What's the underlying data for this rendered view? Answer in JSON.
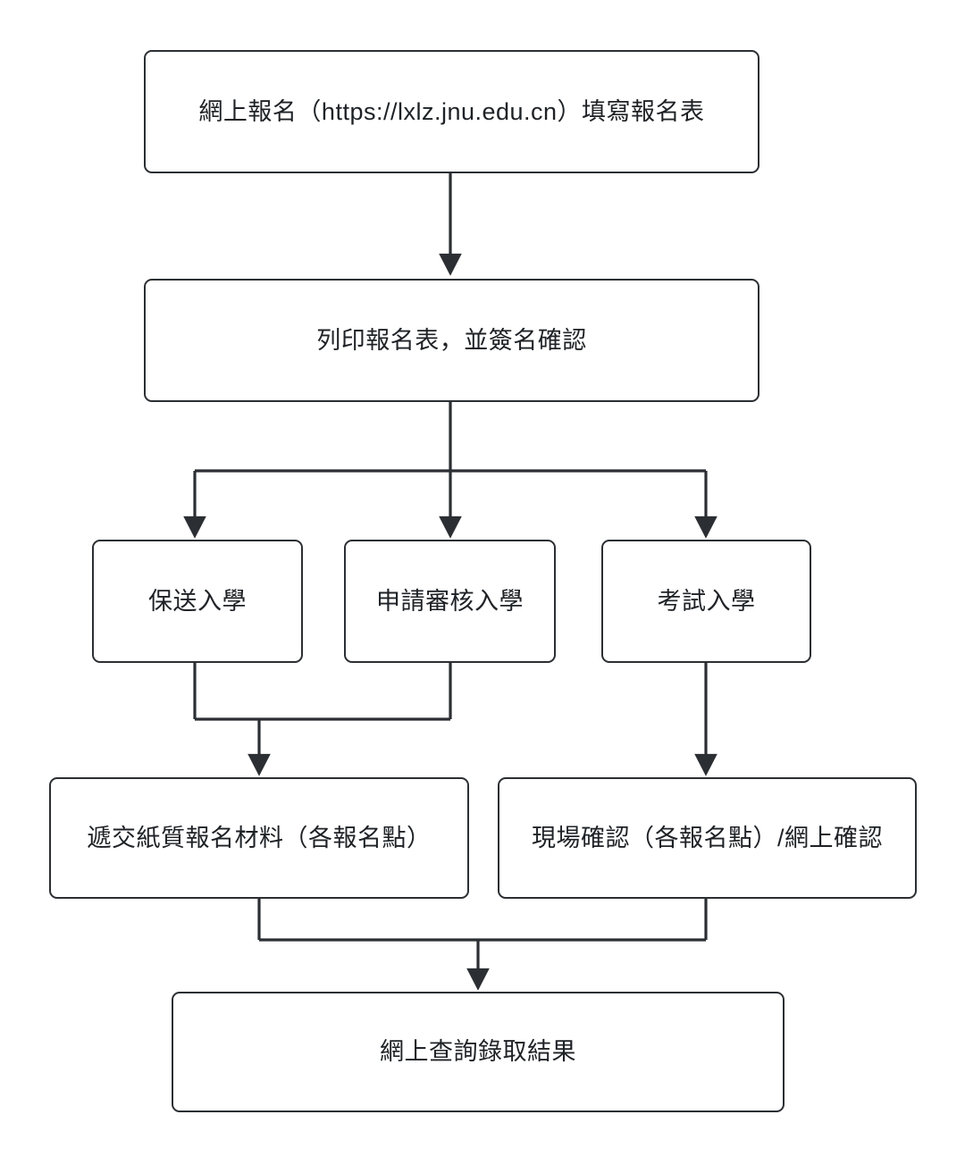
{
  "diagram": {
    "title": "Admission Application Flowchart",
    "type": "flowchart",
    "orientation": "top-to-bottom",
    "stroke_color": "#2b2f33",
    "fill_color": "#ffffff",
    "text_color": "#1e2226",
    "background": "#ffffff"
  },
  "nodes": {
    "online_registration": {
      "label": "網上報名（https://lxlz.jnu.edu.cn）填寫報名表",
      "step": 1
    },
    "print_form": {
      "label": "列印報名表，並簽名確認",
      "step": 2
    },
    "recommended_admission": {
      "label": "保送入學",
      "step": 3
    },
    "application_review_admission": {
      "label": "申請審核入學",
      "step": 3
    },
    "exam_admission": {
      "label": "考試入學",
      "step": 3
    },
    "submit_paper_materials": {
      "label": "遞交紙質報名材料（各報名點）",
      "step": 4
    },
    "onsite_or_online_confirmation": {
      "label": "現場確認（各報名點）/網上確認",
      "step": 4
    },
    "check_results_online": {
      "label": "網上查詢錄取結果",
      "step": 5
    }
  },
  "edges": [
    {
      "from": "online_registration",
      "to": "print_form",
      "kind": "straight-arrow"
    },
    {
      "from": "print_form",
      "to": "recommended_admission",
      "kind": "split-arrow"
    },
    {
      "from": "print_form",
      "to": "application_review_admission",
      "kind": "split-arrow"
    },
    {
      "from": "print_form",
      "to": "exam_admission",
      "kind": "split-arrow"
    },
    {
      "from": "recommended_admission",
      "to": "submit_paper_materials",
      "kind": "merge-arrow"
    },
    {
      "from": "application_review_admission",
      "to": "submit_paper_materials",
      "kind": "merge-arrow"
    },
    {
      "from": "exam_admission",
      "to": "onsite_or_online_confirmation",
      "kind": "straight-arrow"
    },
    {
      "from": "submit_paper_materials",
      "to": "check_results_online",
      "kind": "merge-arrow"
    },
    {
      "from": "onsite_or_online_confirmation",
      "to": "check_results_online",
      "kind": "merge-arrow"
    }
  ]
}
